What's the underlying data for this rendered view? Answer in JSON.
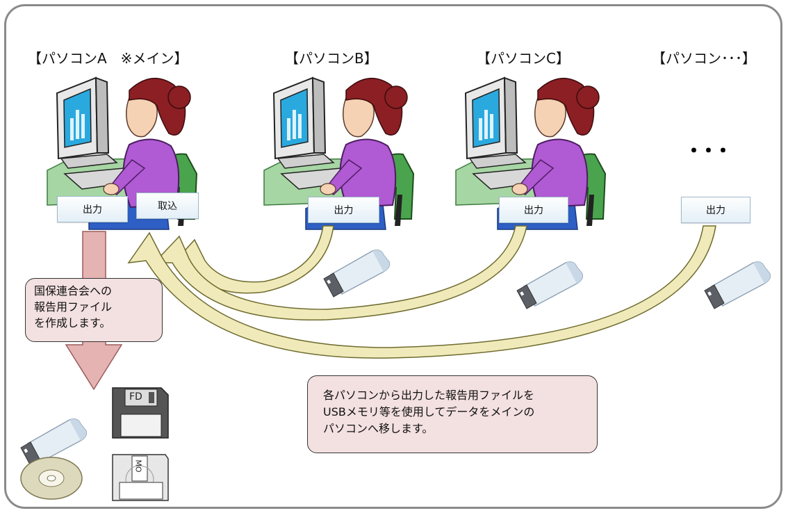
{
  "labels": {
    "pc_a": "【パソコンA　※メイン】",
    "pc_b": "【パソコンB】",
    "pc_c": "【パソコンC】",
    "pc_more": "【パソコン･･･】"
  },
  "buttons": {
    "output": "出力",
    "import": "取込"
  },
  "ellipsis": "･･･",
  "media_labels": {
    "fd": "FD",
    "mo": "MO"
  },
  "callouts": {
    "left": [
      "国保連合会への",
      "報告用ファイル",
      "を作成します。"
    ],
    "bottom": [
      "各パソコンから出力した報告用ファイルを",
      "USBメモリ等を使用してデータをメインの",
      "パソコンへ移します。"
    ]
  }
}
